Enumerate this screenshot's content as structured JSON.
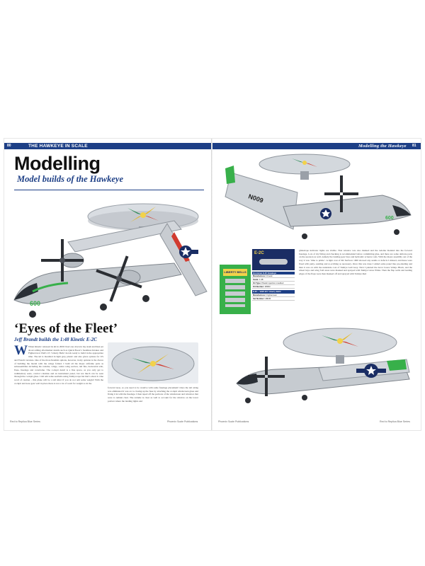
{
  "spread": {
    "left": {
      "page_number": "80",
      "section": "THE HAWKEYE IN SCALE",
      "title": "Modelling",
      "subtitle": "Model builds of the Hawkeye",
      "article_title": "‘Eyes of the Fleet’",
      "byline": "Jeff Brandt builds the 1:48 Kinetic E-2C",
      "aircraft_code": "600",
      "col1": "When Kinetic released its kit in 2009 I had one down in my stash and then set about adding aftermarket details such as Quick Boost’s Seamless Intakes and Fightertown VAW-115 ‘Liberty Bells’ decals ready to build in the appropriate time. The kit is moulded in light grey plastic and also gives options for US and French versions. One of the more fiendish options, however, in my opinion is the choice of building the model with the wings folded. I built all the major airframe parts as subassemblies including the radome, wings, centre wing section, tail fins, horizontal stab, flaps, fuselage and rotordome. The cockpit detail is a fine space, as you only get to rudimentary seats, control columns and an instrument panel, but not much can be seen through the cockpit glass. I did add some seatbelts using Tamiya tape but that’s about it. One word of caution – this plane will be a tail sitter if you do not add some weight! With the cockpit and nose gear well in place there is not a lot of room for weight so in the",
      "col2": "forward nose, so you need to be creative with some fuselage placement! Once the tail string was eliminated it was on to closing up the fuse by attaching the cockpit windscreen glass and fixing it in with the fuselage. I then taped off the portions of the windscreen and windows that were to remain clear. The radome is clear as well to account for the window on the lower portion where the landing lights and",
      "footer_left": "Red to Replica Blue Series",
      "footer_right": "Phoenix Scale Publications"
    },
    "right": {
      "page_number": "81",
      "section": "Modelling the Hawkeye",
      "aircraft_code_top": "N009",
      "aircraft_code_side": "600",
      "kit_box_label": "E-2C",
      "decal_title": "LIBERTY BELLS",
      "spec_header_1": "Grumman E-2C Hawkeye",
      "spec_rows_1": [
        {
          "k": "Manufacturer:",
          "v": "Kinetic"
        },
        {
          "k": "Scale:",
          "v": "1:48"
        },
        {
          "k": "Kit Type:",
          "v": "Plastic injection moulded"
        },
        {
          "k": "Kit Number:",
          "v": "48003"
        }
      ],
      "spec_header_2": "E-2C – VAW-115 ‘Liberty Bells’",
      "spec_rows_2": [
        {
          "k": "Manufacturer:",
          "v": "Fightertown"
        },
        {
          "k": "Set Number:",
          "v": "48045"
        }
      ],
      "col3": "glideslope indicator lights are visible. That window was also masked and the radome blended into the forward fuselage. Lots of dry fitting and checking is recommended before committing glue, and there are some delicate parts on the sponson as well, namely the landing gear bays and hydraulic actuator rods. With the major assembly out of the way it was ‘time to prime’. A light coat of Mr Surfacer 1000 showed any seams or defects I missed, and these were fixed with putty, sanding and re-scribing as necessary. Once this was done I added some panel line pre-shading and then it was on with the underside coat of Tamiya Gull Grey. Next I painted the decor boxes Vallejo Black, and the wheel bays and wing fold areas were masked and sprayed with Tamiya Gloss White. Then the flap wells and leading edges of the flaps were then masked off and sprayed with Tamiya Red",
      "footer_left": "Phoenix Scale Publications",
      "footer_right": "Red to Replica Blue Series"
    }
  },
  "colors": {
    "accent_blue": "#1d3f86",
    "aircraft_grey": "#c8ccd1",
    "squadron_green": "#38b04a",
    "red_flash": "#d13b2f"
  }
}
